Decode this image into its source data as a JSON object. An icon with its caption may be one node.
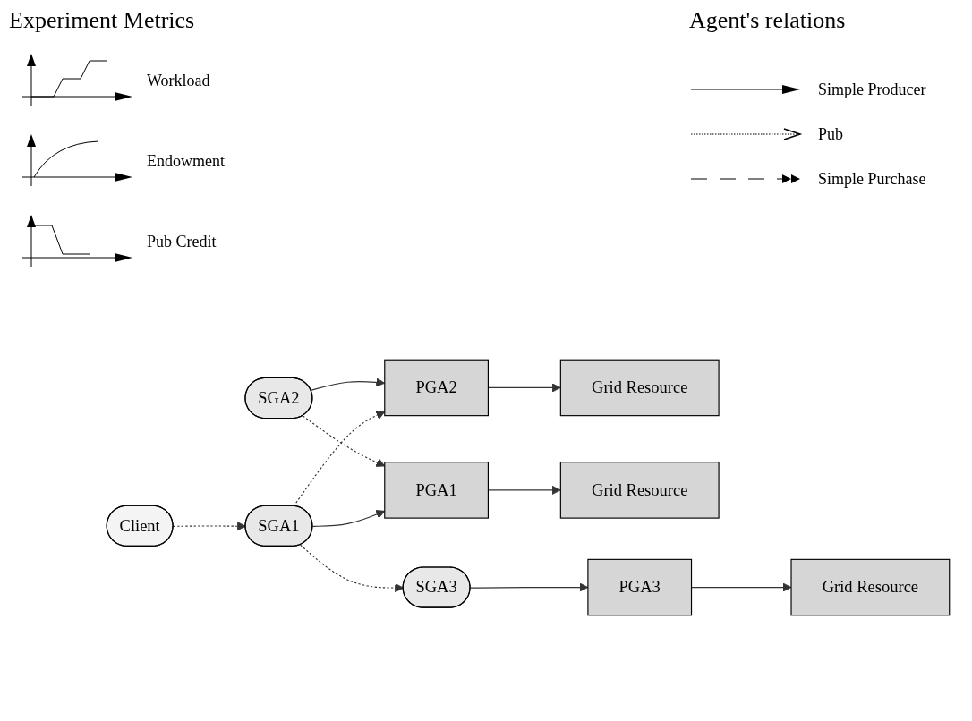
{
  "diagram": {
    "nodes": [
      {
        "text": [
          "SGA2"
        ]
      },
      {
        "text": [
          "PGA2"
        ]
      },
      {
        "text": [
          "Grid Resource"
        ]
      },
      {
        "text": [
          "Client"
        ]
      },
      {
        "text": [
          "SGA1"
        ]
      },
      {
        "text": [
          "PGA1"
        ]
      },
      {
        "text": [
          "Grid Resource"
        ]
      },
      {
        "text": [
          "SGA3"
        ]
      },
      {
        "text": [
          "PGA3"
        ]
      },
      {
        "text": [
          "Grid Resource"
        ]
      }
    ],
    "edges": [
      {
        "from": 0,
        "to": 1,
        "arrow": "to"
      },
      {
        "from": 1,
        "to": 2,
        "arrow": "to"
      },
      {
        "from": 0,
        "to": 5,
        "arrow": "to",
        "style": "dashed"
      },
      {
        "from": 4,
        "to": 1,
        "arrow": "to",
        "style": "dashed"
      },
      {
        "from": 3,
        "to": 4,
        "arrow": "to",
        "style": "dashed"
      },
      {
        "from": 4,
        "to": 5,
        "arrow": "to"
      },
      {
        "from": 5,
        "to": 6,
        "arrow": "to"
      },
      {
        "from": 4,
        "to": 7,
        "arrow": "to",
        "style": "dashed"
      },
      {
        "from": 7,
        "to": 8,
        "arrow": "to"
      },
      {
        "from": 8,
        "to": 9,
        "arrow": "to"
      }
    ],
    "labels": [
      "Experiment Metrics",
      "Agent's relations"
    ],
    "legend": [
      {
        "text": "Workload"
      },
      {
        "text": "Endowment"
      },
      {
        "text": "Pub Credit"
      },
      {
        "text": "Simple Producer"
      },
      {
        "text": "Pub"
      },
      {
        "text": "Simple Purchase"
      }
    ]
  }
}
